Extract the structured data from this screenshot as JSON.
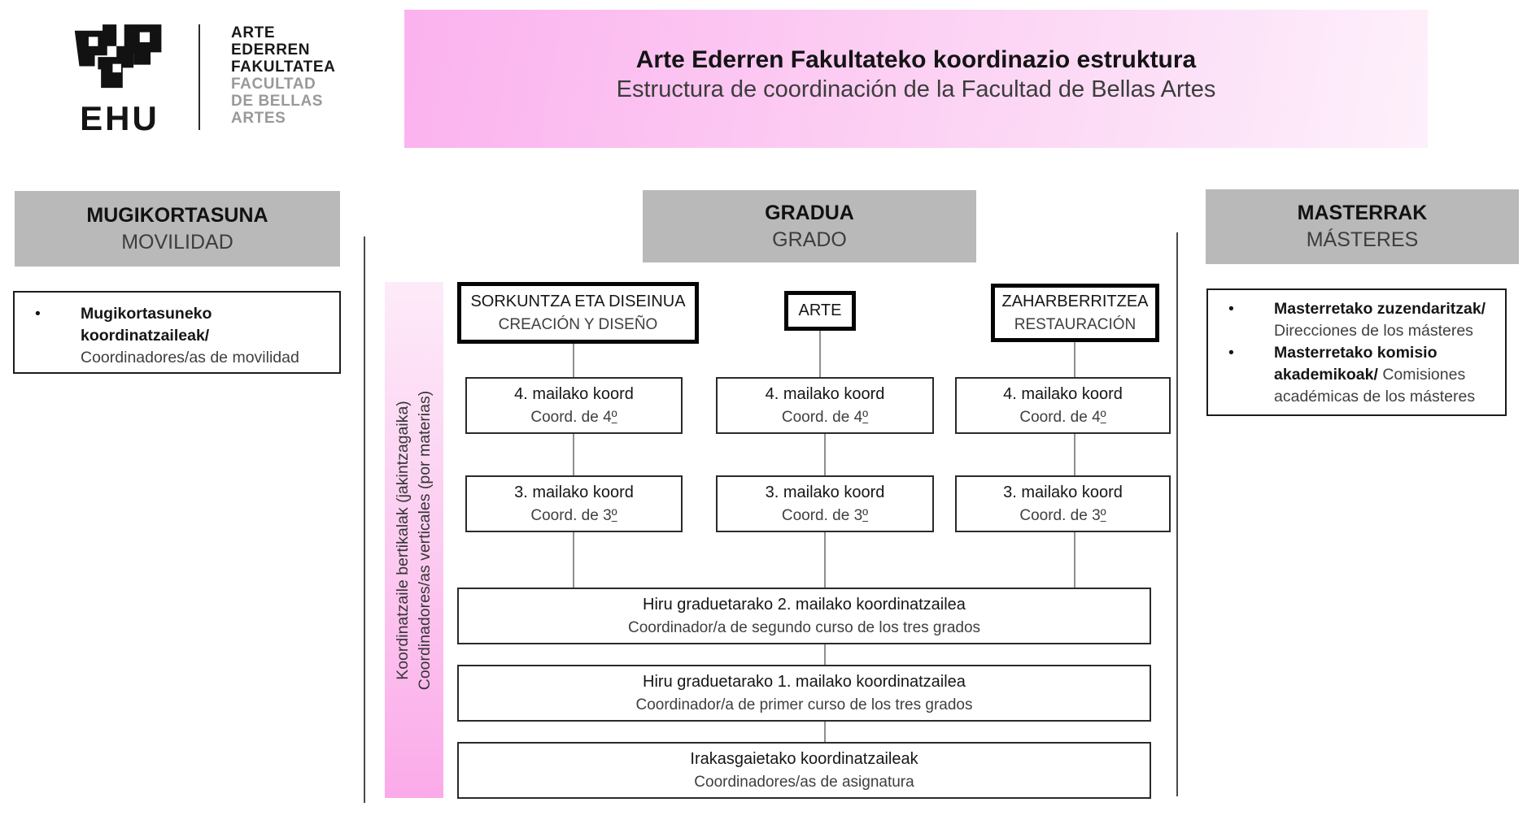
{
  "logo": {
    "ehu": "EHU",
    "faculty_eu": [
      "ARTE",
      "EDERREN",
      "FAKULTATEA"
    ],
    "faculty_es": [
      "FACULTAD",
      "DE BELLAS",
      "ARTES"
    ]
  },
  "banner": {
    "title_eu": "Arte Ederren Fakultateko koordinazio estruktura",
    "title_es": "Estructura de coordinación de la Facultad de Bellas Artes"
  },
  "mobility": {
    "header_eu": "MUGIKORTASUNA",
    "header_es": "MOVILIDAD",
    "bullet": "•",
    "line1": "Mugikortasuneko",
    "line2": "koordinatzaileak/",
    "line3": "Coordinadores/as de movilidad"
  },
  "grado": {
    "header_eu": "GRADUA",
    "header_es": "GRADO"
  },
  "degrees": {
    "sorkuntza": {
      "eu": "SORKUNTZA ETA DISEINUA",
      "es": "CREACIÓN Y DISEÑO"
    },
    "arte": {
      "eu": "ARTE"
    },
    "zahar": {
      "eu": "ZAHARBERRITZEA",
      "es": "RESTAURACIÓN"
    }
  },
  "row4": {
    "eu": "4. mailako koord",
    "es_prefix": "Coord. de 4",
    "ordinal": "º"
  },
  "row3": {
    "eu": "3. mailako koord",
    "es_prefix": "Coord. de 3",
    "ordinal": "º"
  },
  "wide": [
    {
      "eu": "Hiru graduetarako 2. mailako koordinatzailea",
      "es": "Coordinador/a de segundo curso de los tres grados"
    },
    {
      "eu": "Hiru graduetarako 1. mailako koordinatzailea",
      "es": "Coordinador/a de primer curso de los tres grados"
    },
    {
      "eu": "Irakasgaietako koordinatzaileak",
      "es": "Coordinadores/as de asignatura"
    }
  ],
  "band": {
    "eu": "Koordinatzaile bertikalak (jakintzagaika)",
    "es": "Coordinadores/as verticales (por materias)"
  },
  "masters": {
    "header_eu": "MASTERRAK",
    "header_es": "MÁSTERES",
    "bullet": "•",
    "item1": {
      "line1": "Masterretako zuzendaritzak/",
      "line2": "Direcciones de los másteres"
    },
    "item2": {
      "line1": "Masterretako komisio",
      "line2_bold": "akademikoak/",
      "line2_rest": " Comisiones",
      "line3": "académicas de los másteres"
    }
  },
  "colors": {
    "banner_left": "#fbb2ee",
    "banner_right": "#fdf0fb",
    "band_top": "#fdebf9",
    "band_bottom": "#fbaae9",
    "section_header_gray": "#b9b9b9"
  }
}
